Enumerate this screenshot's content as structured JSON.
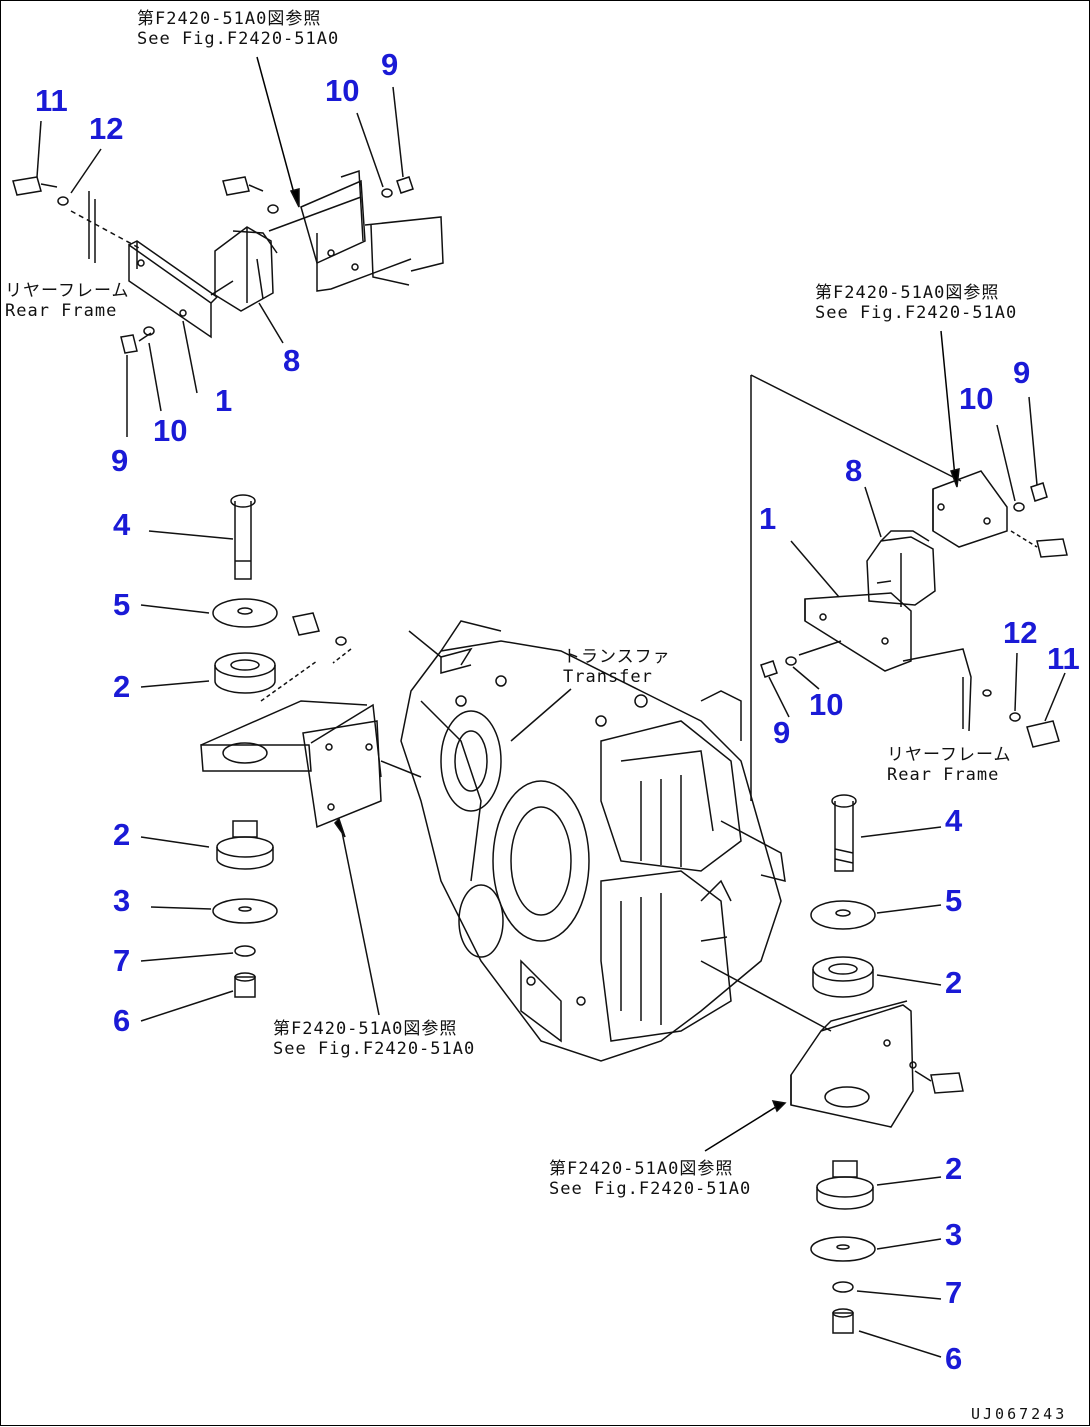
{
  "refs": {
    "top": {
      "jp": "第F2420-51A0図参照",
      "en": "See Fig.F2420-51A0"
    },
    "right_top": {
      "jp": "第F2420-51A0図参照",
      "en": "See Fig.F2420-51A0"
    },
    "center": {
      "jp": "第F2420-51A0図参照",
      "en": "See Fig.F2420-51A0"
    },
    "bottom": {
      "jp": "第F2420-51A0図参照",
      "en": "See Fig.F2420-51A0"
    }
  },
  "labels": {
    "rear_frame_left": {
      "jp": "リヤーフレーム",
      "en": "Rear Frame"
    },
    "rear_frame_right": {
      "jp": "リヤーフレーム",
      "en": "Rear Frame"
    },
    "transfer": {
      "jp": "トランスファ",
      "en": "Transfer"
    }
  },
  "parts": {
    "n1": "1",
    "n2": "2",
    "n3": "3",
    "n4": "4",
    "n5": "5",
    "n6": "6",
    "n7": "7",
    "n8": "8",
    "n9": "9",
    "n10": "10",
    "n11": "11",
    "n12": "12"
  },
  "drawing_code": "UJ067243",
  "colors": {
    "callout": "#1a1ad6",
    "line": "#111111"
  }
}
